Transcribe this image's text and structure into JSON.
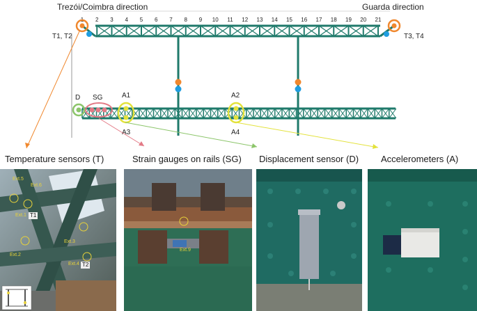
{
  "directions": {
    "left": "Trezói/Coimbra direction",
    "right": "Guarda direction"
  },
  "sensor_group_labels": {
    "left": "T1, T2",
    "right": "T3, T4"
  },
  "panel_numbers": [
    "1",
    "2",
    "3",
    "4",
    "5",
    "6",
    "7",
    "8",
    "9",
    "10",
    "11",
    "12",
    "13",
    "14",
    "15",
    "16",
    "17",
    "18",
    "19",
    "20",
    "21"
  ],
  "deck_labels": {
    "d": "D",
    "sg": "SG",
    "a1": "A1",
    "a2": "A2",
    "a3": "A3",
    "a4": "A4"
  },
  "photos": [
    {
      "caption": "Temperature sensors (T)",
      "annotations": [
        "Ext.5",
        "Ext.6",
        "Ext.1",
        "Ext.3",
        "Ext.2",
        "Ext.4"
      ],
      "boxed": [
        "T1",
        "T2"
      ]
    },
    {
      "caption": "Strain gauges on rails (SG)",
      "annotations": [
        "Ext.9"
      ]
    },
    {
      "caption": "Displacement sensor (D)"
    },
    {
      "caption": "Accelerometers (A)"
    }
  ],
  "colors": {
    "truss": "#1f7a6b",
    "temperature": "#f0882e",
    "blue_marker": "#1f9de0",
    "strain": "#e37a86",
    "displacement": "#8cc56a",
    "accelerometer": "#e3e23c",
    "label_yellow": "#e8d23a"
  }
}
